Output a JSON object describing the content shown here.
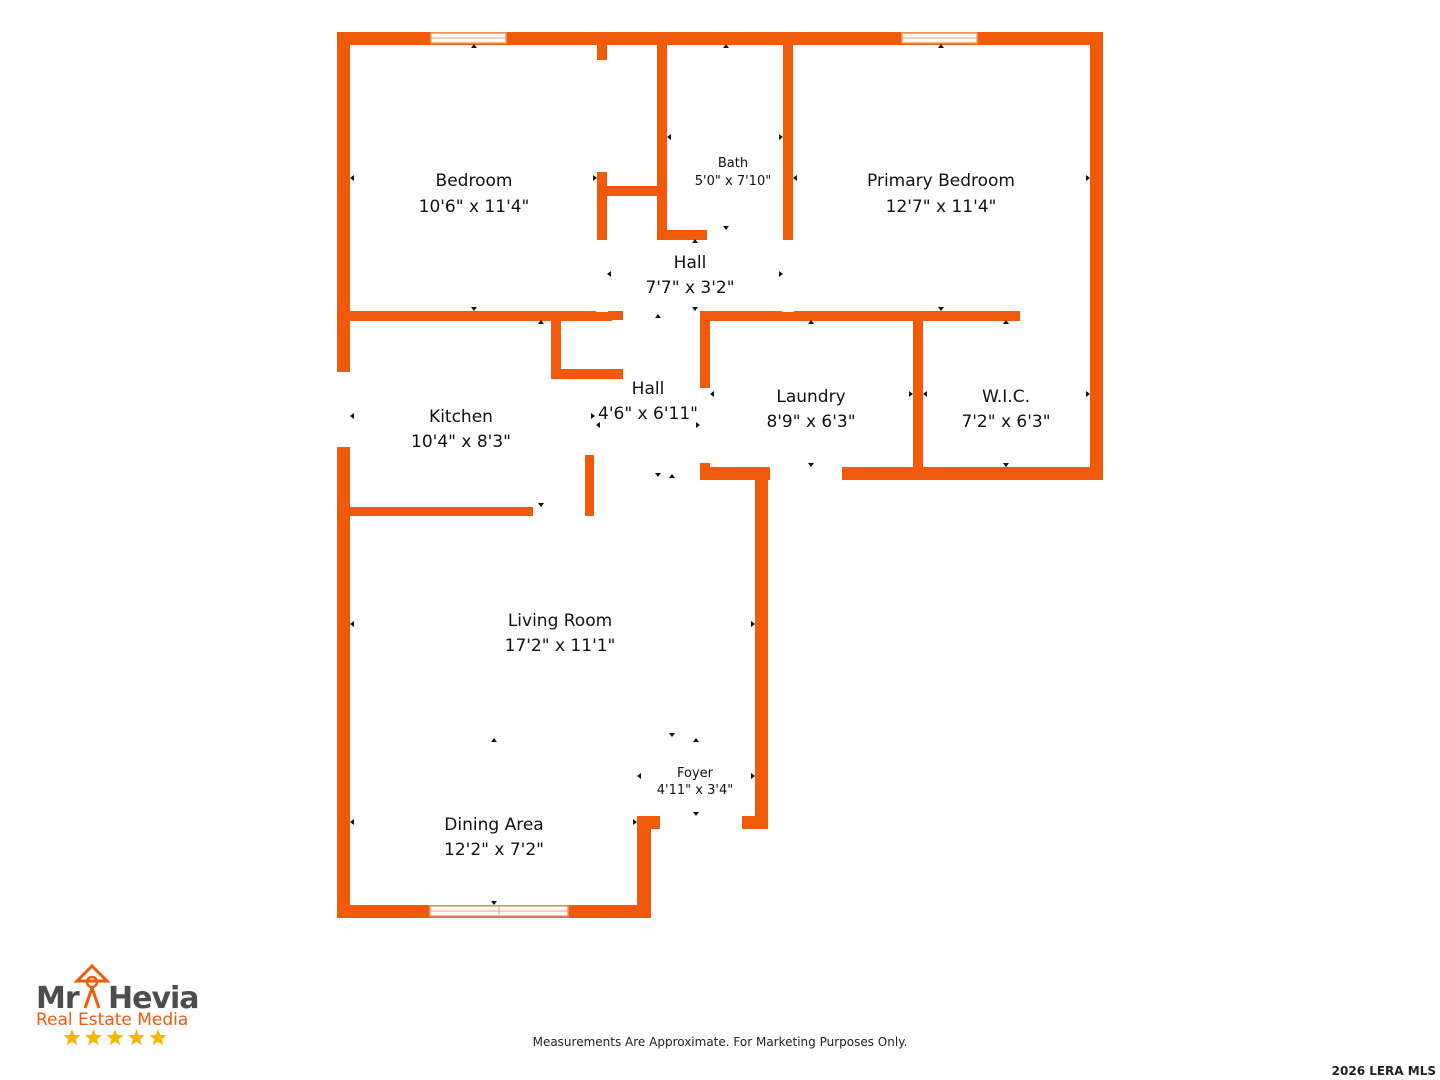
{
  "rooms": [
    {
      "id": "bedroom",
      "name": "Bedroom",
      "dims": "10'6\" x 11'4\""
    },
    {
      "id": "bath",
      "name": "Bath",
      "dims": "5'0\" x 7'10\""
    },
    {
      "id": "primary",
      "name": "Primary Bedroom",
      "dims": "12'7\" x 11'4\""
    },
    {
      "id": "hall-upper",
      "name": "Hall",
      "dims": "7'7\" x 3'2\""
    },
    {
      "id": "kitchen",
      "name": "Kitchen",
      "dims": "10'4\" x 8'3\""
    },
    {
      "id": "hall-mid",
      "name": "Hall",
      "dims": "4'6\" x 6'11\""
    },
    {
      "id": "laundry",
      "name": "Laundry",
      "dims": "8'9\" x 6'3\""
    },
    {
      "id": "wic",
      "name": "W.I.C.",
      "dims": "7'2\" x 6'3\""
    },
    {
      "id": "living",
      "name": "Living Room",
      "dims": "17'2\" x 11'1\""
    },
    {
      "id": "foyer",
      "name": "Foyer",
      "dims": "4'11\" x 3'4\""
    },
    {
      "id": "dining",
      "name": "Dining Area",
      "dims": "12'2\" x 7'2\""
    }
  ],
  "logo": {
    "brand_mr": "Mr",
    "brand_name": "Hevia",
    "tagline": "Real Estate Media",
    "rating_stars": 5
  },
  "footer": {
    "note": "Measurements Are Approximate. For Marketing Purposes Only.",
    "copyright": "2026 LERA MLS"
  },
  "colors": {
    "wall": "#f05a0a",
    "star": "#f5b800",
    "logo_gray": "#4d4d4d"
  }
}
